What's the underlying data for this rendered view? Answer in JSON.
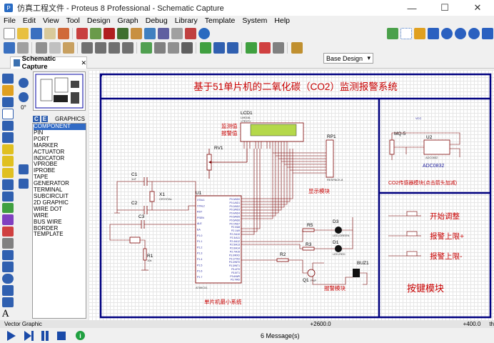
{
  "window": {
    "title": "仿真工程文件 - Proteus 8 Professional - Schematic Capture",
    "min": "—",
    "max": "☐",
    "close": "✕"
  },
  "menu": [
    "File",
    "Edit",
    "View",
    "Tool",
    "Design",
    "Graph",
    "Debug",
    "Library",
    "Template",
    "System",
    "Help"
  ],
  "toolbar": {
    "design_select": "Base Design"
  },
  "tab": {
    "label": "Schematic Capture",
    "close": "✕"
  },
  "rotation": {
    "angle": "0°"
  },
  "devices": {
    "c_label": "C",
    "e_label": "E",
    "title": "GRAPHICS",
    "items": [
      "COMPONENT",
      "PIN",
      "PORT",
      "MARKER",
      "ACTUATOR",
      "INDICATOR",
      "VPROBE",
      "IPROBE",
      "TAPE",
      "GENERATOR",
      "TERMINAL",
      "SUBCIRCUIT",
      "2D GRAPHIC",
      "WIRE DOT",
      "WIRE",
      "BUS WIRE",
      "BORDER",
      "TEMPLATE"
    ],
    "selected": 0
  },
  "schematic": {
    "title": "基于51单片机的二氧化碳（CO2）监测报警系统",
    "lcd": "LCD1",
    "lcd_model": "LM016L",
    "monitor_value": "监测值",
    "alarm_value": "报警值",
    "rv1": "RV1",
    "rp1": "RP1",
    "rp1_model": "RESPACK-8",
    "display_module": "显示模块",
    "c1": "C1",
    "c2": "C2",
    "c3": "C3",
    "x1": "X1",
    "x1_model": "CRYSTAL",
    "r1": "R1",
    "u1": "U1",
    "u1_model": "AT89C51",
    "u1_pins_left": [
      "XTAL1",
      "XTAL2",
      "RST",
      "PSEN",
      "ALE",
      "EA",
      "P1.0",
      "P1.1",
      "P1.2",
      "P1.3",
      "P1.4",
      "P1.5",
      "P1.6",
      "P1.7"
    ],
    "u1_pins_right": [
      "P0.0/AD0",
      "P0.1/AD1",
      "P0.2/AD2",
      "P0.3/AD3",
      "P0.4/AD4",
      "P0.5/AD5",
      "P0.6/AD6",
      "P0.7/AD7",
      "P2.0/A8",
      "P2.1/A9",
      "P2.2/A10",
      "P2.3/A11",
      "P2.4/A12",
      "P2.5/A13",
      "P2.6/A14",
      "P2.7/A15",
      "P3.0/RXD",
      "P3.1/TXD",
      "P3.2/INT0",
      "P3.3/INT1",
      "P3.4/T0",
      "P3.5/T1",
      "P3.6/WR",
      "P3.7/RD"
    ],
    "mcu_system": "单片机最小系统",
    "r5": "R5",
    "r3": "R3",
    "r2": "R2",
    "d3": "D3",
    "d1": "D1",
    "led_red": "LED-RED",
    "led_green": "LED-GREEN",
    "q1": "Q1",
    "q1_model": "PNP",
    "buz1": "BUZ1",
    "alarm_module": "报警模块",
    "mq5": "MQ-5",
    "u2": "U2",
    "u2_model": "ADC0832",
    "u2_name": "ADC0832",
    "sensor_module": "CO2传感器模块(点击箭头加减)",
    "btn_labels": [
      "开始调整",
      "报警上限+",
      "报警上限-"
    ],
    "key_module": "按键模块",
    "text_tag": "<TEXT>",
    "vcc_tag": "VCC",
    "r_value": "10k",
    "cap_value": "1nF"
  },
  "status": {
    "left": "Vector Graphic",
    "coord_x": "+2600.0",
    "coord_y": "+400.0",
    "unit": "th"
  },
  "bottom": {
    "messages": "6 Message(s)"
  },
  "colors": {
    "border": "#000080",
    "wire": "#7a0000",
    "pin_blue": "#1a1a9a",
    "lcd_green": "#b4d84a",
    "title_red": "#c80000"
  }
}
